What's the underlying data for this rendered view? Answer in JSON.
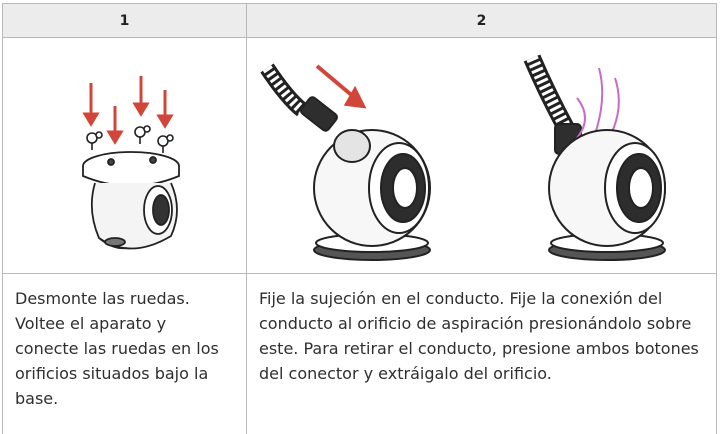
{
  "table": {
    "headers": [
      "1",
      "2"
    ],
    "captions": [
      "Desmonte las ruedas. Voltee el aparato y conecte las ruedas en los orificios situados bajo la base.",
      "Fije la sujeción en el conducto. Fije la conexión del conducto al orificio de aspiración presionándolo sobre este. Para retirar el conducto, presione ambos botones del conector y extráigalo del orificio."
    ]
  },
  "colors": {
    "arrow": "#d2463a",
    "header_bg": "#ececec",
    "border": "#b9b9b9",
    "hose_accent": "#c86bc8"
  }
}
